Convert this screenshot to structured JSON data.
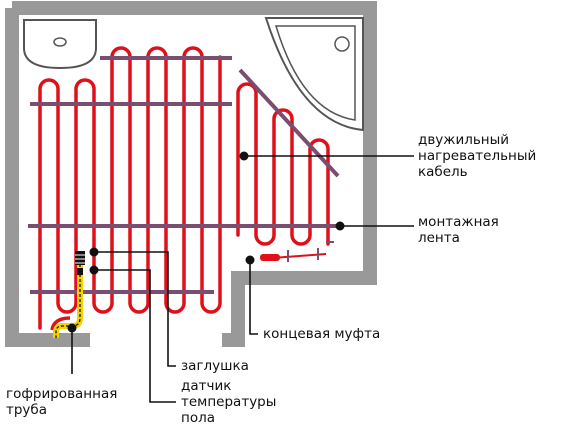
{
  "labels": {
    "heating_cable": [
      "двужильный",
      "нагревательный",
      "кабель"
    ],
    "mounting_tape": [
      "монтажная",
      "лента"
    ],
    "end_coupling": [
      "концевая муфта"
    ],
    "plug": [
      "заглушка"
    ],
    "temp_sensor": [
      "датчик",
      "температуры",
      "пола"
    ],
    "corrugated_pipe": [
      "гофрированная",
      "труба"
    ]
  },
  "colors": {
    "wall": "#999999",
    "cable": "#e0101a",
    "tape": "#7a4e6e",
    "pipe": "#f2d200",
    "fixture": "#555555",
    "leader": "#111111"
  }
}
